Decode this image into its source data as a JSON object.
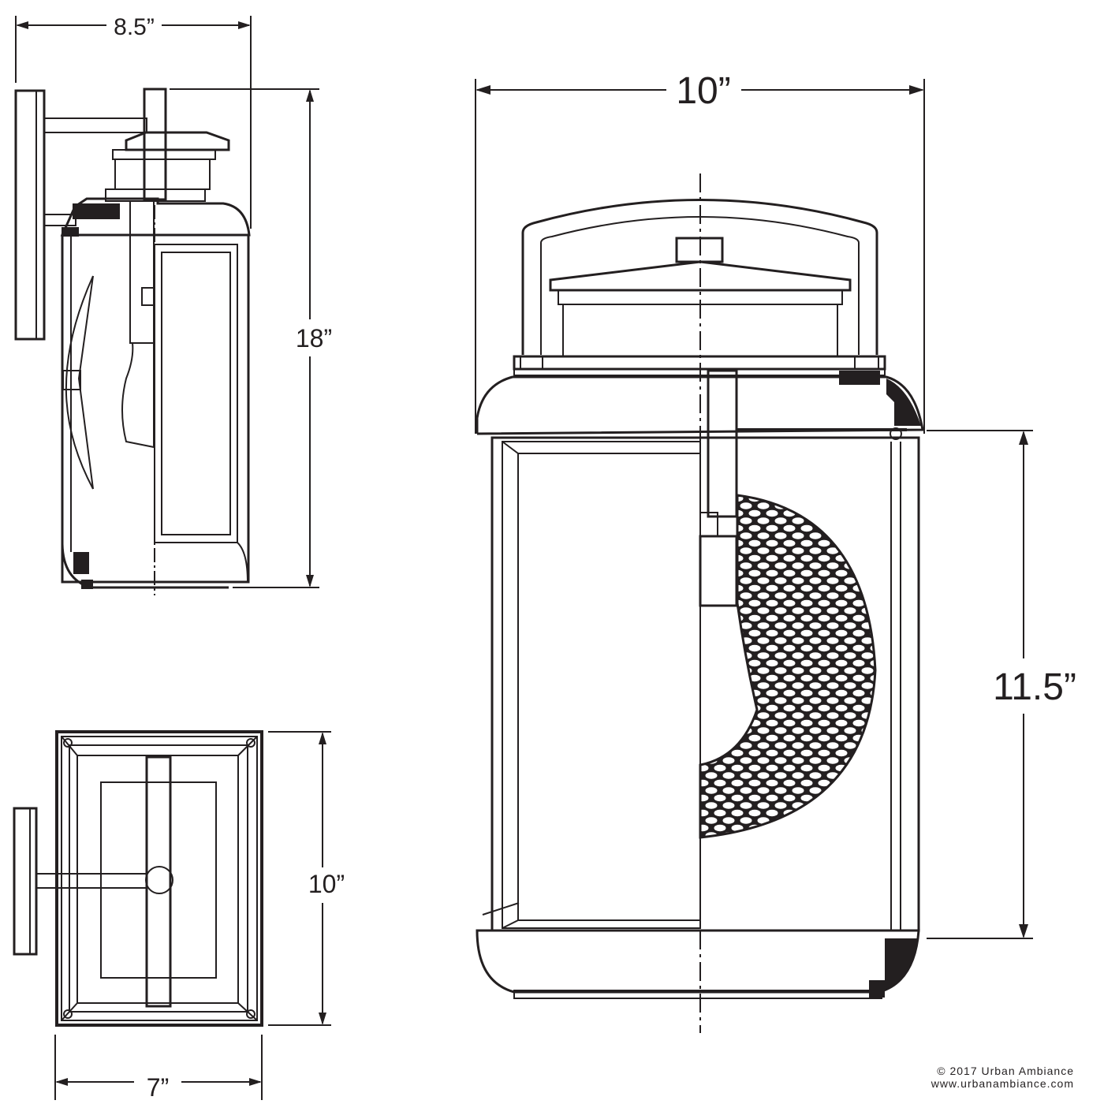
{
  "dimensions": {
    "side_width": "8.5”",
    "side_height": "18”",
    "top_depth": "10”",
    "top_width": "7”",
    "front_width": "10”",
    "front_glass_height": "11.5”"
  },
  "footer": {
    "copyright": "© 2017 Urban Ambiance",
    "website": "www.urbanambiance.com"
  },
  "colors": {
    "line": "#231f20",
    "background": "#ffffff"
  }
}
